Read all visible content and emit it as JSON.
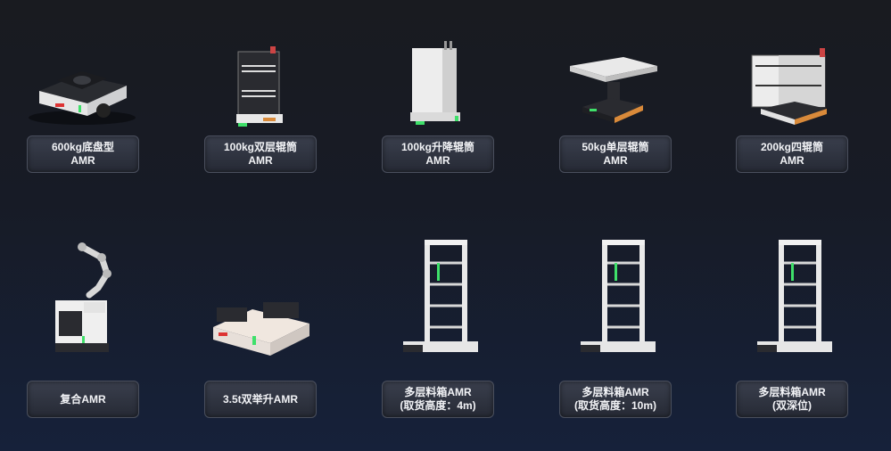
{
  "products": [
    {
      "line1": "600kg底盘型",
      "line2": "AMR",
      "icon": "chassis-amr-icon"
    },
    {
      "line1": "100kg双层辊筒",
      "line2": "AMR",
      "icon": "double-roller-amr-icon"
    },
    {
      "line1": "100kg升降辊筒",
      "line2": "AMR",
      "icon": "lift-roller-amr-icon"
    },
    {
      "line1": "50kg单层辊筒",
      "line2": "AMR",
      "icon": "single-roller-amr-icon"
    },
    {
      "line1": "200kg四辊筒",
      "line2": "AMR",
      "icon": "quad-roller-amr-icon"
    },
    {
      "line1": "复合AMR",
      "line2": "",
      "icon": "composite-arm-amr-icon"
    },
    {
      "line1": "3.5t双举升AMR",
      "line2": "",
      "icon": "dual-lift-amr-icon"
    },
    {
      "line1": "多层料箱AMR",
      "line2": "(取货高度：4m)",
      "icon": "multi-bin-amr-icon"
    },
    {
      "line1": "多层料箱AMR",
      "line2": "(取货高度：10m)",
      "icon": "multi-bin-amr-icon"
    },
    {
      "line1": "多层料箱AMR",
      "line2": "(双深位)",
      "icon": "multi-bin-amr-icon"
    }
  ],
  "colors": {
    "background_top": "#191b20",
    "background_bottom": "#16213a",
    "label_bg": "#2c303c",
    "accent_green": "#3fe06a"
  }
}
